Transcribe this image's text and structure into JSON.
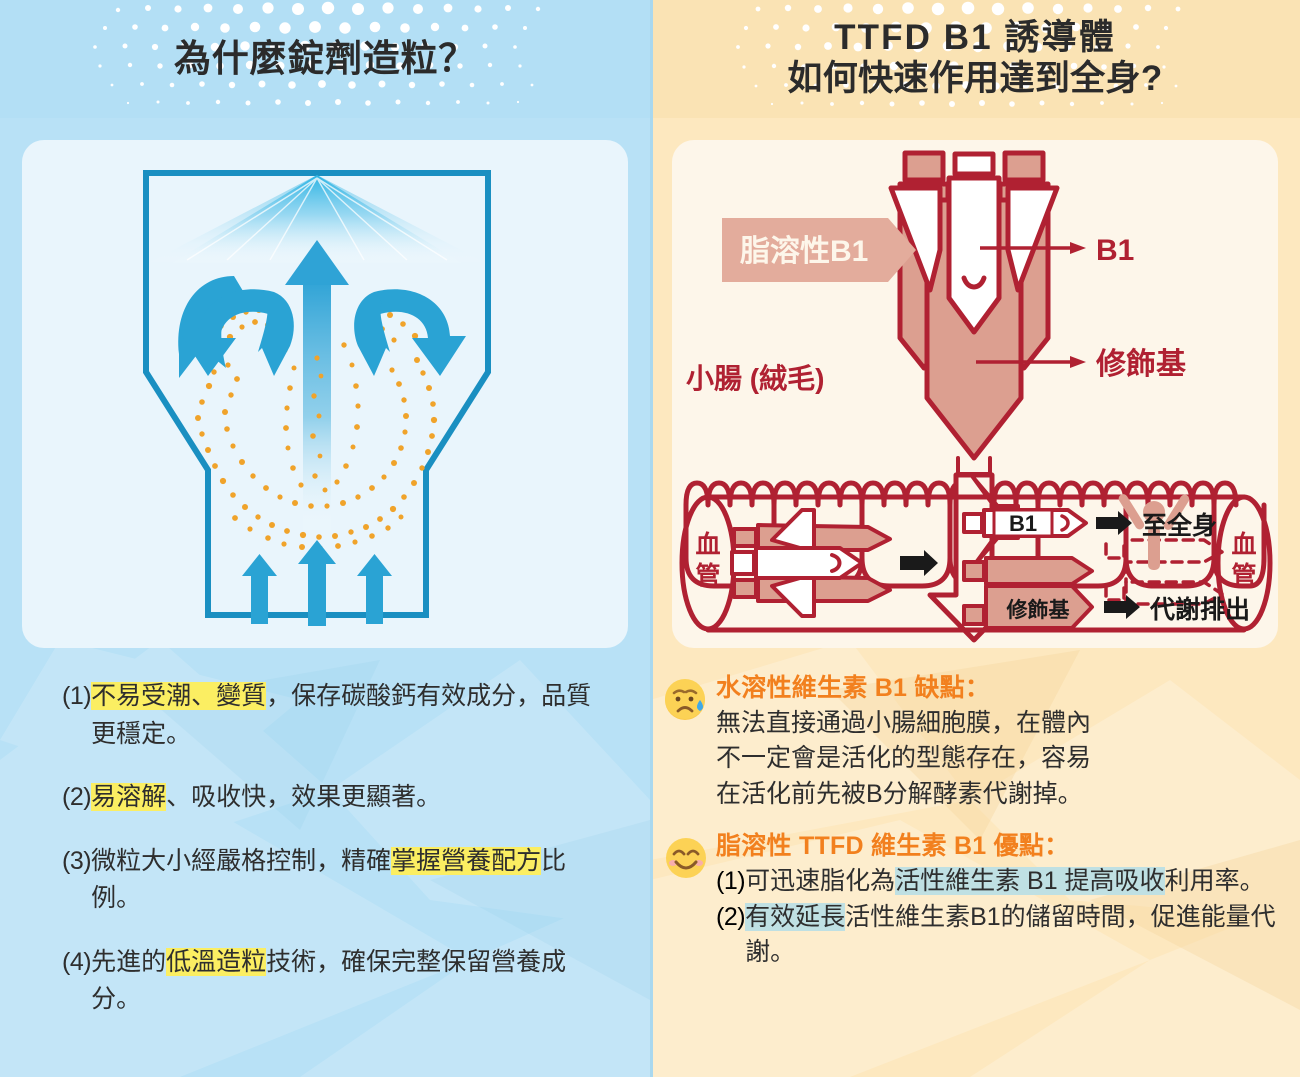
{
  "left": {
    "header": {
      "title": "為什麼錠劑造粒？"
    },
    "illustration": {
      "name": "fluid-bed-granulator",
      "colors": {
        "outline": "#1a8fc1",
        "arrow": "#2aa3d4",
        "particle": "#f0a32a",
        "spray": "#2bb3e3"
      },
      "elements": [
        "spray-cone",
        "central-up-arrow",
        "left-circulation-arrow",
        "right-circulation-arrow",
        "particle-cloud",
        "inlet-arrows"
      ]
    },
    "items": [
      {
        "num": "(1)",
        "segments": [
          {
            "text": "不易受潮、變質",
            "highlight": "yellow"
          },
          {
            "text": "，保存碳酸鈣有效成分，品質更穩定。",
            "highlight": "none"
          }
        ]
      },
      {
        "num": "(2)",
        "segments": [
          {
            "text": "易溶解",
            "highlight": "yellow"
          },
          {
            "text": "、吸收快，效果更顯著。",
            "highlight": "none"
          }
        ]
      },
      {
        "num": "(3)",
        "segments": [
          {
            "text": "微粒大小經嚴格控制，精確",
            "highlight": "none"
          },
          {
            "text": "掌握營養配方",
            "highlight": "yellow"
          },
          {
            "text": "比例。",
            "highlight": "none"
          }
        ]
      },
      {
        "num": "(4)",
        "segments": [
          {
            "text": "先進的",
            "highlight": "none"
          },
          {
            "text": "低溫造粒",
            "highlight": "yellow"
          },
          {
            "text": "技術，確保完整保留營養成分。",
            "highlight": "none"
          }
        ]
      }
    ]
  },
  "right": {
    "header": {
      "line1": "TTFD B1 誘導體",
      "line2": "如何快速作用達到全身?"
    },
    "illustration": {
      "name": "ttfd-absorption-diagram",
      "colors": {
        "outline": "#b02132",
        "fill_pink": "#dc9f90",
        "fill_white": "#ffffff",
        "banner": "#e3ac9c"
      },
      "labels": {
        "banner": "脂溶性B1",
        "b1": "B1",
        "modifier": "修飾基",
        "intestine": "小腸 (絨毛)",
        "vessel_left": "血管",
        "vessel_right": "血管",
        "capsule_b1": "B1",
        "capsule_modifier": "修飾基",
        "to_body": "至全身",
        "excreted": "代謝排出"
      }
    },
    "blocks": [
      {
        "emoji": "crying-face-icon",
        "heading": "水溶性維生素 B1 缺點：",
        "lines": [
          "無法直接通過小腸細胞膜，在體內",
          "不一定會是活化的型態存在，容易",
          "在活化前先被B分解酵素代謝掉。"
        ]
      },
      {
        "emoji": "smiling-face-icon",
        "heading": "脂溶性 TTFD 維生素 B1 優點：",
        "subitems": [
          {
            "num": "(1)",
            "segments": [
              {
                "text": "可迅速脂化為",
                "highlight": "none"
              },
              {
                "text": "活性維生素 B1 提高吸收",
                "highlight": "blue"
              },
              {
                "text": "利用率。",
                "highlight": "none"
              }
            ]
          },
          {
            "num": "(2)",
            "segments": [
              {
                "text": "有效延長",
                "highlight": "blue"
              },
              {
                "text": "活性維生素B1的儲留時間，促進能量代謝。",
                "highlight": "none"
              }
            ]
          }
        ]
      }
    ]
  },
  "theme": {
    "left_bg": "#b8e1f6",
    "left_header_bg": "#b3dff5",
    "left_card_bg": "#e9f5fc",
    "right_bg": "#fde8bf",
    "right_header_bg": "#fae3b4",
    "right_card_bg": "#fdf6ea",
    "highlight_yellow": "#fbee62",
    "highlight_blue": "#bfe0e3",
    "accent_orange": "#f2801e",
    "diagram_red": "#b02132",
    "diagram_blue": "#1a8fc1"
  }
}
